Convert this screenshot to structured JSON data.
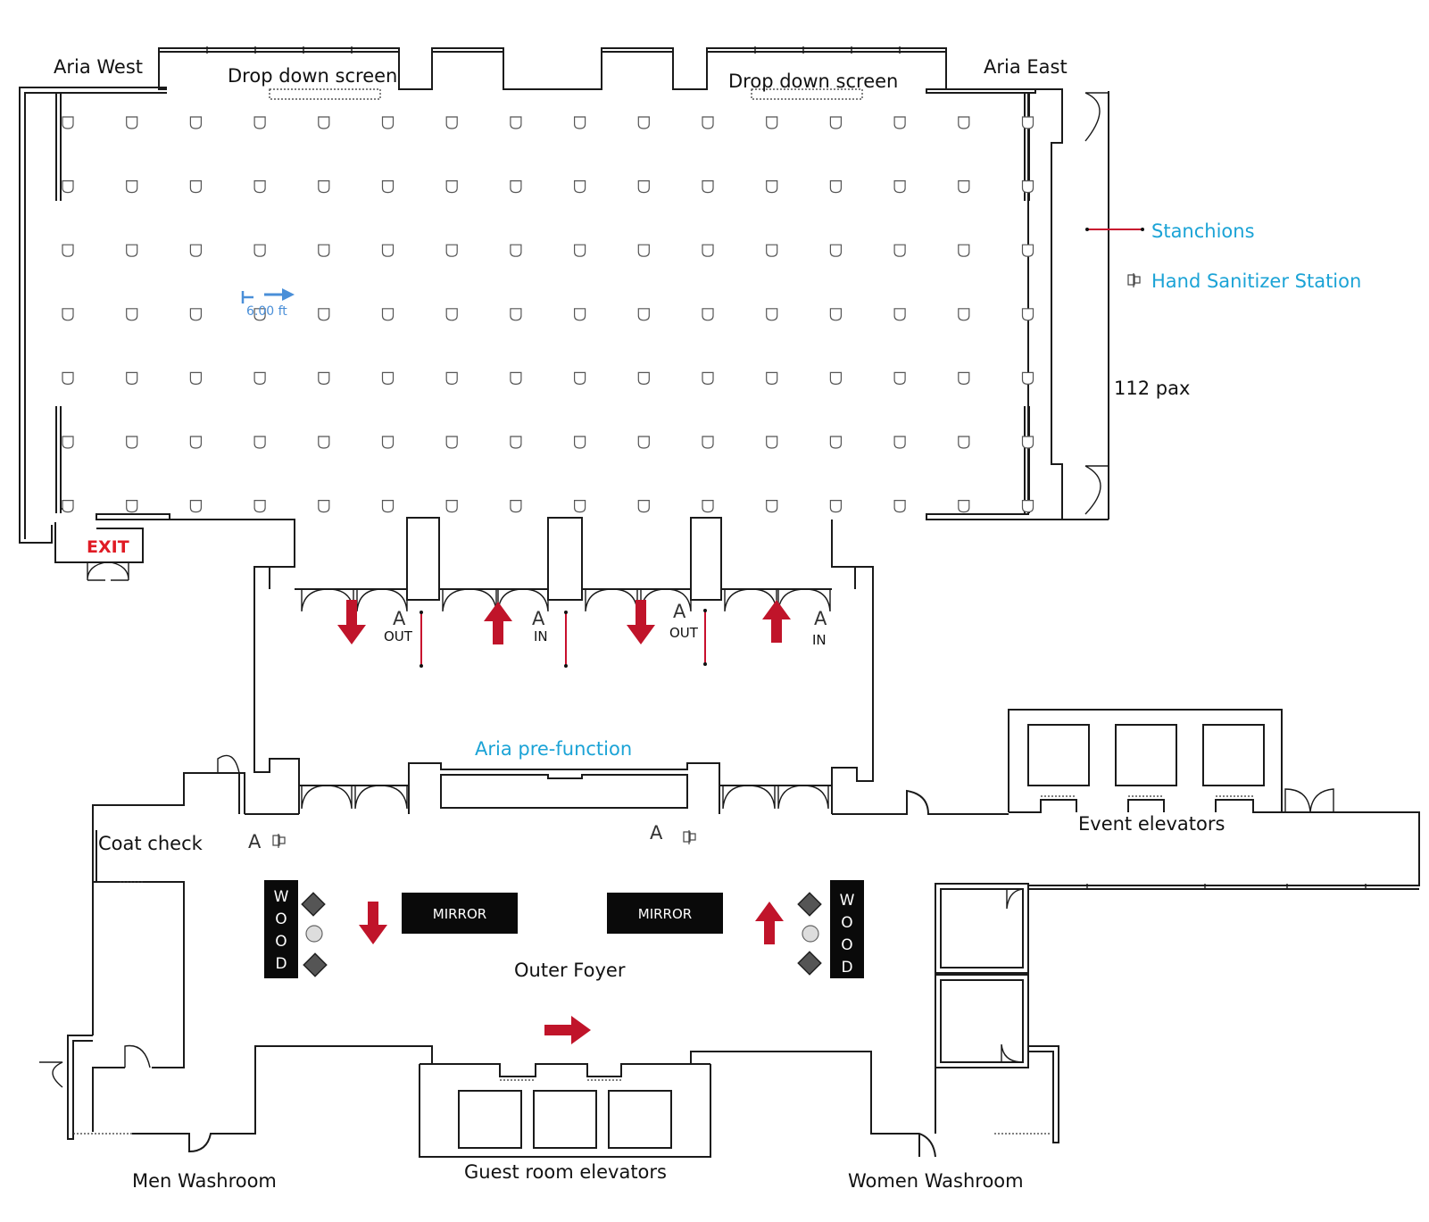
{
  "labels": {
    "aria_west": "Aria West",
    "aria_east": "Aria East",
    "drop_down_screen_left": "Drop down screen",
    "drop_down_screen_right": "Drop down screen",
    "stanchions": "Stanchions",
    "hand_sanitizer_station": "Hand Sanitizer Station",
    "capacity": "112 pax",
    "chair_spacing": "6.00 ft",
    "exit": "EXIT",
    "aria_prefunction": "Aria pre-function",
    "coat_check": "Coat check",
    "event_elevators": "Event elevators",
    "outer_foyer": "Outer Foyer",
    "mirror_left": "MIRROR",
    "mirror_right": "MIRROR",
    "wood_left": "WOOD",
    "wood_right": "WOOD",
    "men_washroom": "Men Washroom",
    "guest_room_elevators": "Guest room elevators",
    "women_washroom": "Women Washroom"
  },
  "doors": {
    "door1": "OUT",
    "door2": "IN",
    "door3": "OUT",
    "door4": "IN"
  },
  "seating": {
    "rows": 7,
    "columns": 16,
    "total_seats": 112
  },
  "colors": {
    "accent_blue": "#1ba3d6",
    "arrow_red": "#c0142a",
    "stanchion_red": "#c8102e",
    "exit_red": "#e01b24",
    "measure_blue": "#4a8fd8"
  },
  "icons": {
    "sanitizer": "hand-sanitizer-icon",
    "staff": "staff-a-icon",
    "arrow": "direction-arrow-icon"
  }
}
